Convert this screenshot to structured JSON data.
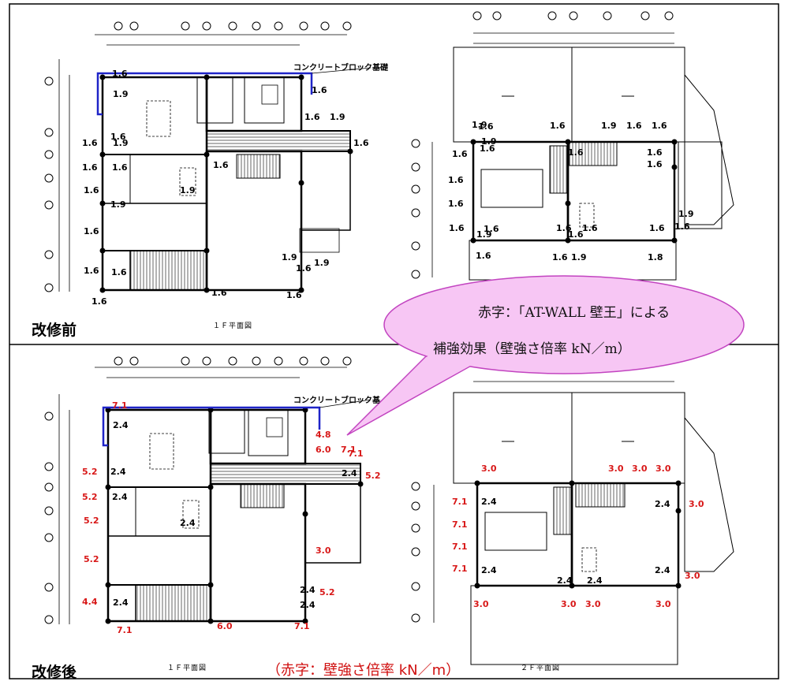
{
  "sections": {
    "before": {
      "label": "改修前"
    },
    "after": {
      "label": "改修後"
    }
  },
  "annotations": {
    "block_foundation": "コンクリートブロック基礎",
    "block_foundation_cut": "コンクリートブロック基",
    "red_note": "（赤字：壁強さ倍率 kN／m）"
  },
  "callout": {
    "line1": "赤字：「AT-WALL 壁王」による",
    "line2": "補強効果（壁強さ倍率 kN／m）"
  },
  "plan_titles": {
    "first_floor": "１Ｆ平面図",
    "second_floor": "２Ｆ平面図"
  },
  "before_values": [
    "1.6",
    "1.9",
    "1.6",
    "1.6",
    "1.6",
    "1.6",
    "1.6",
    "1.9",
    "1.9",
    "1.9",
    "1.6",
    "1.6",
    "1.6",
    "1.6",
    "1.6",
    "1.6",
    "1.6",
    "1.9",
    "1.6",
    "1.6",
    "1.6",
    "1.9",
    "1.6",
    "1.9",
    "1.6",
    "1.6",
    "1.6",
    "1.6",
    "1.9",
    "1.6",
    "1.9",
    "1.6",
    "1.6",
    "1.9",
    "1.6",
    "1.6",
    "1.6",
    "1.6",
    "1.6",
    "1.6",
    "1.9",
    "1.9",
    "1.8",
    "1.9",
    "1.6",
    "1.6",
    "1.6",
    "1.6",
    "1.6",
    "1.6",
    "1.6"
  ],
  "after_values": [
    "7.1",
    "2.4",
    "5.2",
    "2.4",
    "5.2",
    "2.4",
    "5.2",
    "2.4",
    "5.2",
    "4.4",
    "2.4",
    "7.1",
    "6.0",
    "7.1",
    "4.8",
    "6.0",
    "7.1",
    "2.4",
    "5.2",
    "3.0",
    "2.4",
    "2.4",
    "5.2",
    "7.1",
    "3.0",
    "3.0",
    "3.0",
    "3.0",
    "7.1",
    "2.4",
    "7.1",
    "7.1",
    "7.1",
    "2.4",
    "2.4",
    "2.4",
    "2.4",
    "3.0",
    "3.0",
    "3.0",
    "3.0",
    "3.0",
    "3.0",
    "2.4"
  ],
  "colors": {
    "red": "#d81818",
    "blue": "#1f24c8",
    "bubble_fill": "#f7c6f4",
    "bubble_stroke": "#c244c0",
    "frame": "#000000"
  }
}
